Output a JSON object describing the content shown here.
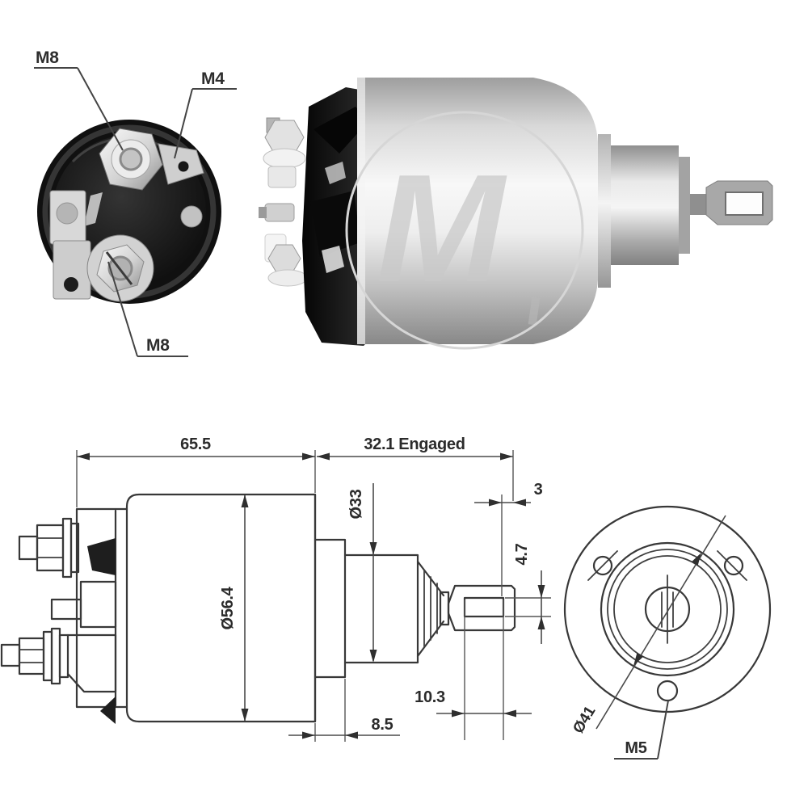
{
  "photo_rear_view": {
    "terminal_labels": {
      "top": "M8",
      "right": "M4",
      "bottom": "M8"
    }
  },
  "photo_side_view": {
    "watermark_letter": "M"
  },
  "drawing_side_view": {
    "dimensions": {
      "body_length": "65.5",
      "engaged_length": "32.1 Engaged",
      "housing_diameter": "Ø33",
      "eye_end_thickness": "3",
      "slot_height": "4.7",
      "body_diameter": "Ø56.4",
      "slot_length": "10.3",
      "collar_width": "8.5"
    }
  },
  "drawing_front_view": {
    "dimensions": {
      "pilot_diameter": "Ø41",
      "mounting_thread": "M5"
    }
  },
  "colors": {
    "background": "#ffffff",
    "drawing_line": "#3a3a3a",
    "dimension_text": "#2b2b2b",
    "cap_black": "#141414",
    "metal_light": "#f7f7f7",
    "metal_dark": "#8a8a8a",
    "watermark_gray": "#c9c9c9"
  }
}
